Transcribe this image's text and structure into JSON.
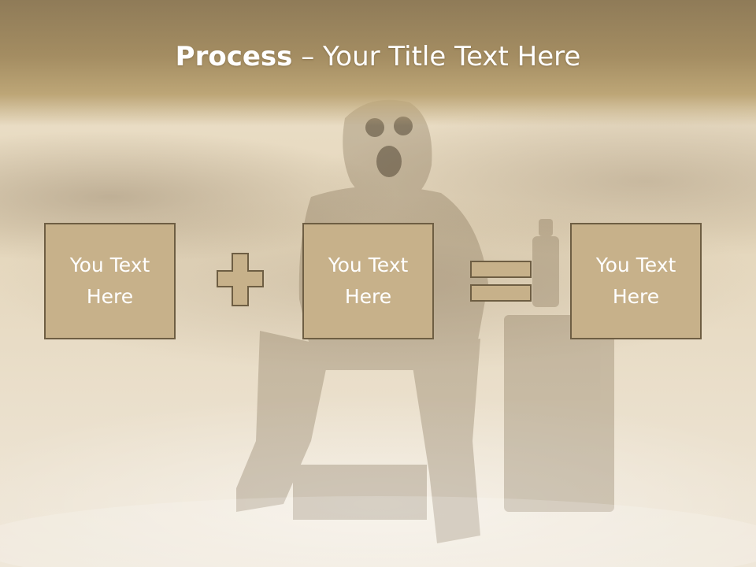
{
  "slide": {
    "title_bold": "Process",
    "title_separator": " – ",
    "title_rest": "Your Title Text Here"
  },
  "boxes": [
    {
      "label": "You Text Here"
    },
    {
      "label": "You Text Here"
    },
    {
      "label": "You Text Here"
    }
  ],
  "operators": [
    "plus-icon",
    "equals-icon"
  ],
  "colors": {
    "header": "#a48d62",
    "box_fill": "#c7b18a",
    "box_border": "#6e5e43",
    "operator_fill": "#c7b18a",
    "text": "#ffffff"
  },
  "background": "faded sepia photo of a person in a gas mask sitting on a case beside a lantern"
}
